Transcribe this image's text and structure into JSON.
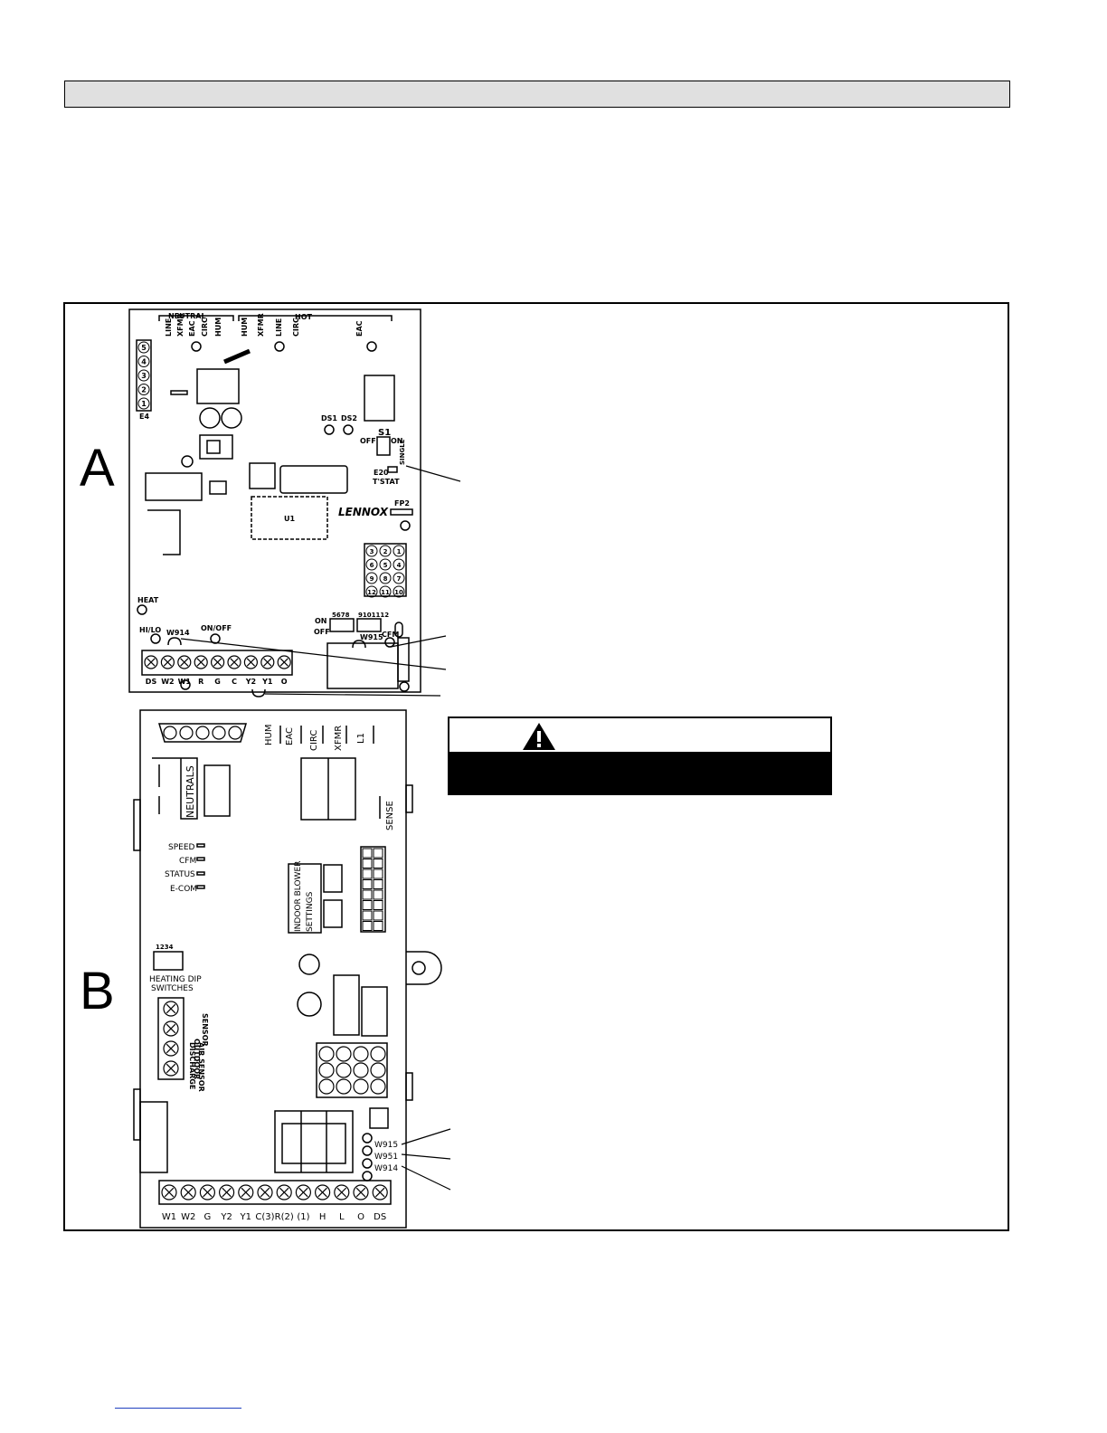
{
  "figure": {
    "panel_a_letter": "A",
    "panel_b_letter": "B"
  },
  "board_a": {
    "neutral_label": "NEUTRAL",
    "hot_label": "HOT",
    "neutral_terminals": [
      "LINE",
      "XFMR",
      "EAC",
      "CIRC",
      "HUM"
    ],
    "hot_terminals": [
      "HUM",
      "XFMR",
      "LINE",
      "CIRC"
    ],
    "hot_eac": "EAC",
    "e4_pins": [
      "5",
      "4",
      "3",
      "2",
      "1"
    ],
    "e4_label": "E4",
    "ds1": "DS1",
    "ds2": "DS2",
    "s1_label": "S1",
    "s1_off": "OFF",
    "s1_on": "ON",
    "single": "SINGLE",
    "e20": "E20",
    "tstat": "T'STAT",
    "brand": "LENNOX",
    "u1": "U1",
    "fp2": "FP2",
    "plug_pins": [
      "3",
      "2",
      "1",
      "6",
      "5",
      "4",
      "9",
      "8",
      "7",
      "12",
      "11",
      "10"
    ],
    "heat_label": "HEAT",
    "hilo": "HI/LO",
    "w914": "W914",
    "onoff": "ON/OFF",
    "on": "ON",
    "off": "OFF",
    "dip_a_nums": "5678",
    "dip_b_nums": "9101112",
    "w915": "W915",
    "cfm": "CFM",
    "terminals": [
      "DS",
      "W2",
      "W1",
      "R",
      "G",
      "C",
      "Y2",
      "Y1",
      "O"
    ]
  },
  "board_b": {
    "top_labels": [
      "HUM",
      "EAC",
      "CIRC",
      "XFMR",
      "L1"
    ],
    "neutrals": "NEUTRALS",
    "sense": "SENSE",
    "leds": [
      "SPEED",
      "CFM",
      "STATUS",
      "E-COM"
    ],
    "indoor_blower_1": "INDOOR BLOWER",
    "indoor_blower_2": "SETTINGS",
    "dip_nums": "1234",
    "heating_dip_1": "HEATING DIP",
    "heating_dip_2": "SWITCHES",
    "outdoor_sensor_1": "OUTDOOR",
    "outdoor_sensor_2": "SENSOR",
    "discharge_1": "DISCHARGE",
    "discharge_2": "AIR SENSOR",
    "jumpers": [
      "W915",
      "W951",
      "W914"
    ],
    "terminals": [
      "W1",
      "W2",
      "G",
      "Y2",
      "Y1",
      "C(3)",
      "R(2)",
      "(1)",
      "H",
      "L",
      "O",
      "DS"
    ]
  },
  "colors": {
    "header_bar": "#e0e0e0",
    "warning_band": "#000000",
    "link_underline": "#1f3fbf"
  }
}
